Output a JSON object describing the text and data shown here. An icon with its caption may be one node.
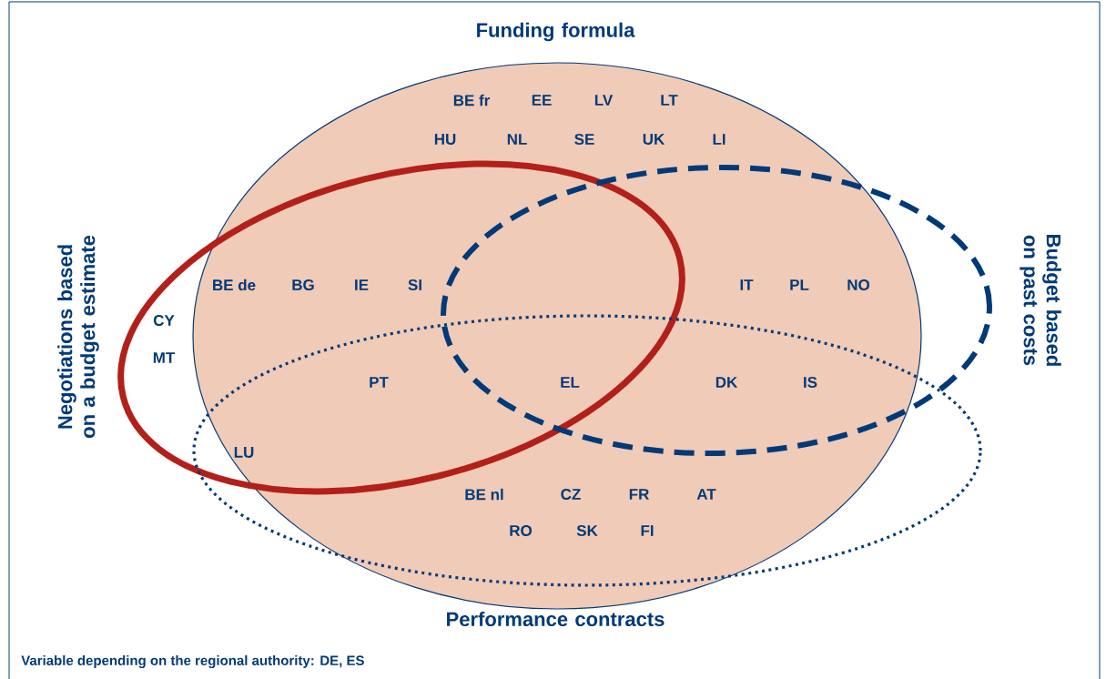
{
  "diagram": {
    "nodes": [
      {
        "text": [
          "Funding formula"
        ]
      },
      {
        "text": [
          "Negotiations based on a budget estimate"
        ]
      },
      {
        "text": [
          "Budget based on past costs"
        ]
      },
      {
        "text": [
          "Performance contracts"
        ]
      }
    ],
    "labels": [
      "BE fr",
      "EE",
      "LV",
      "LT",
      "HU",
      "NL",
      "SE",
      "UK",
      "LI",
      "BE de",
      "BG",
      "IE",
      "SI",
      "IT",
      "PL",
      "NO",
      "CY",
      "MT",
      "PT",
      "EL",
      "DK",
      "IS",
      "LU",
      "BE nl",
      "CZ",
      "FR",
      "AT",
      "RO",
      "SK",
      "FI"
    ],
    "caption": "Variable depending on the regional authority: DE, ES"
  }
}
